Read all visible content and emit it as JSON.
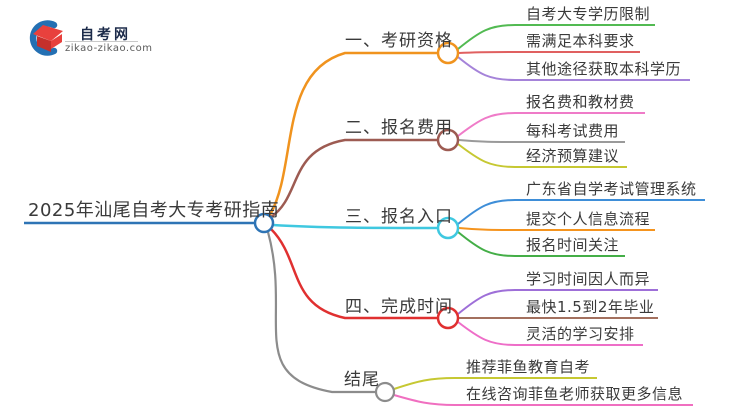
{
  "logo": {
    "title": "自考网",
    "domain": "zikao-zikao.com",
    "crescent_color": "#2470b3",
    "cap_color": "#e8413d",
    "cap_shadow_color": "#c5302c"
  },
  "mindmap": {
    "root": {
      "label": "2025年汕尾自考大专考研指南",
      "color": "#2e74b5"
    },
    "branches": [
      {
        "label": "一、考研资格",
        "color": "#f0931e",
        "children": [
          {
            "label": "自考大专学历限制",
            "color": "#52ba52"
          },
          {
            "label": "需满足本科要求",
            "color": "#e06060"
          },
          {
            "label": "其他途径获取本科学历",
            "color": "#a583d9"
          }
        ]
      },
      {
        "label": "二、报名费用",
        "color": "#9d5b52",
        "children": [
          {
            "label": "报名费和教材费",
            "color": "#ef7bc8"
          },
          {
            "label": "每科考试费用",
            "color": "#9a9a9a"
          },
          {
            "label": "经济预算建议",
            "color": "#c6c832"
          }
        ]
      },
      {
        "label": "三、报名入口",
        "color": "#3fc8e0",
        "children": [
          {
            "label": "广东省自学考试管理系统",
            "color": "#3e8ed8"
          },
          {
            "label": "提交个人信息流程",
            "color": "#f5941e"
          },
          {
            "label": "报名时间关注",
            "color": "#44ae47"
          }
        ]
      },
      {
        "label": "四、完成时间",
        "color": "#e03030",
        "children": [
          {
            "label": "学习时间因人而异",
            "color": "#9e6fd8"
          },
          {
            "label": "最快1.5到2年毕业",
            "color": "#a3705e"
          },
          {
            "label": "灵活的学习安排",
            "color": "#ee6ec8"
          }
        ]
      },
      {
        "label": "结尾",
        "color": "#8c8c8c",
        "children": [
          {
            "label": "推荐菲鱼教育自考",
            "color": "#c6c832"
          },
          {
            "label": "在线咨询菲鱼老师获取更多信息",
            "color": "#f06fc0"
          }
        ]
      }
    ]
  }
}
